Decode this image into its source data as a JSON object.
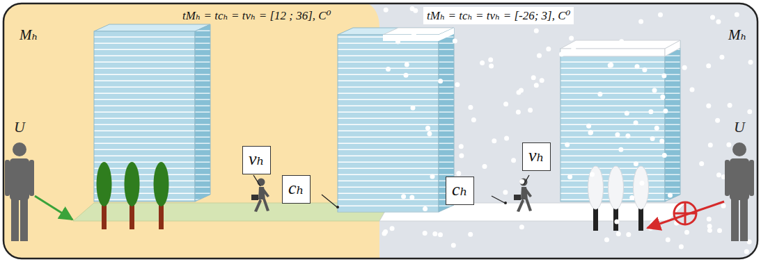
{
  "diagram": {
    "nodes": [
      {
        "text": [
          "Mₕ",
          "tMₕ = tcₕ = tvₕ = [12 ; 36], C⁰"
        ]
      },
      {
        "text": [
          "vₕ"
        ],
        "in": 0
      },
      {
        "text": [
          "cₕ"
        ],
        "in": 0
      },
      {
        "text": [
          "tMₕ = tcₕ = tvₕ = [-26; 3], C⁰",
          "Mₕ"
        ]
      },
      {
        "text": [
          "vₕ"
        ],
        "in": 3
      },
      {
        "text": [
          "cₕ"
        ],
        "in": 3
      }
    ],
    "labels": [
      "U",
      "U"
    ]
  }
}
